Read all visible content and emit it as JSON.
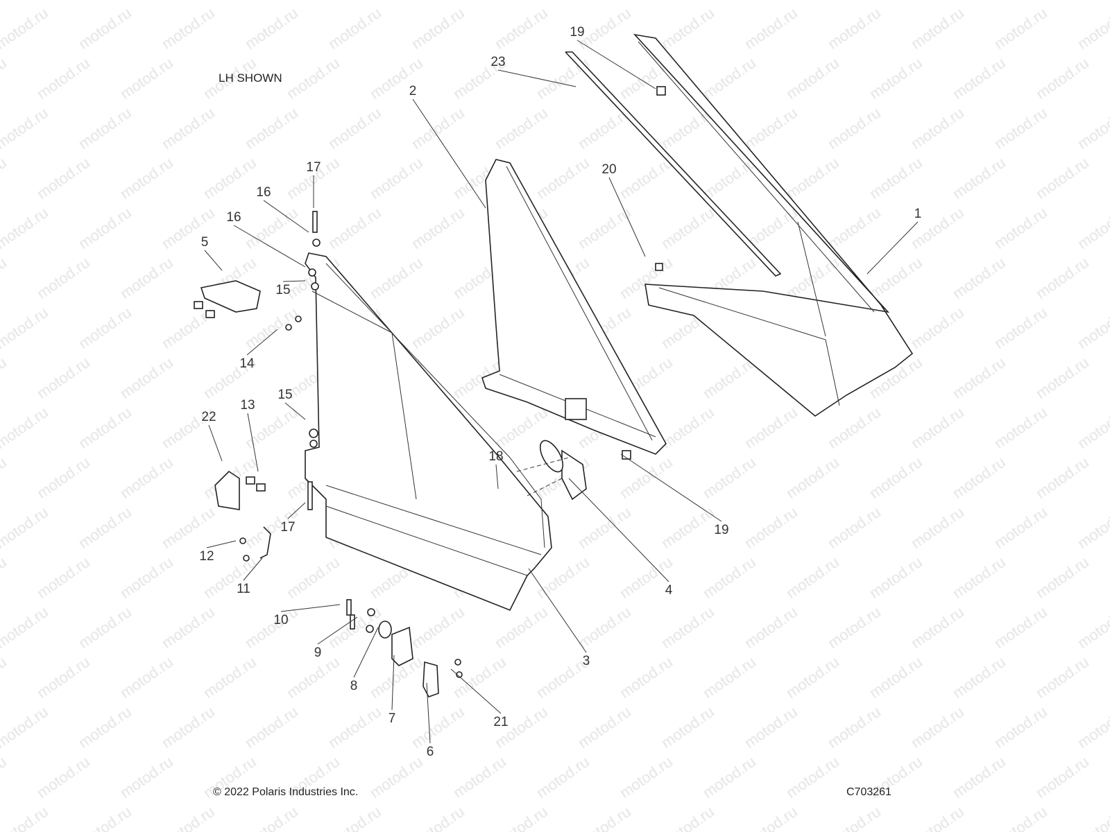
{
  "watermark": "motod.ru",
  "view_note": "LH SHOWN",
  "copyright": "© 2022 Polaris Industries Inc.",
  "drawing_id": "C703261",
  "callouts": [
    "19",
    "23",
    "2",
    "17",
    "16",
    "16",
    "5",
    "15",
    "14",
    "20",
    "1",
    "22",
    "13",
    "15",
    "18",
    "17",
    "12",
    "11",
    "19",
    "4",
    "3",
    "10",
    "9",
    "8",
    "7",
    "6",
    "21"
  ]
}
